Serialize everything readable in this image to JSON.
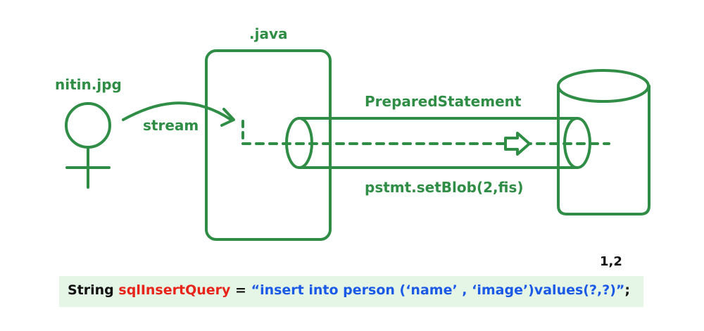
{
  "colors": {
    "diagram_green": "#2f8d46",
    "code_bg": "#e5f6e6",
    "variable_red": "#e8231a",
    "string_blue": "#1a5ae6",
    "text_black": "#111111"
  },
  "labels": {
    "java_file": ".java",
    "image_file": "nitin.jpg",
    "stream": "stream",
    "prepared_statement": "PreparedStatement",
    "set_blob": "pstmt.setBlob(2,fis)",
    "param_indices": "1,2"
  },
  "code_line": {
    "keyword": "String",
    "variable": "sqlInsertQuery",
    "operator": "=",
    "string_literal": "“insert into person (‘name’ , ‘image’)values(?,?)”",
    "terminator": ";"
  },
  "icons": [
    "image-file-icon",
    "java-source-box",
    "pipe-cylinder",
    "database-cylinder",
    "stream-arrow-icon",
    "direction-arrow-icon"
  ]
}
